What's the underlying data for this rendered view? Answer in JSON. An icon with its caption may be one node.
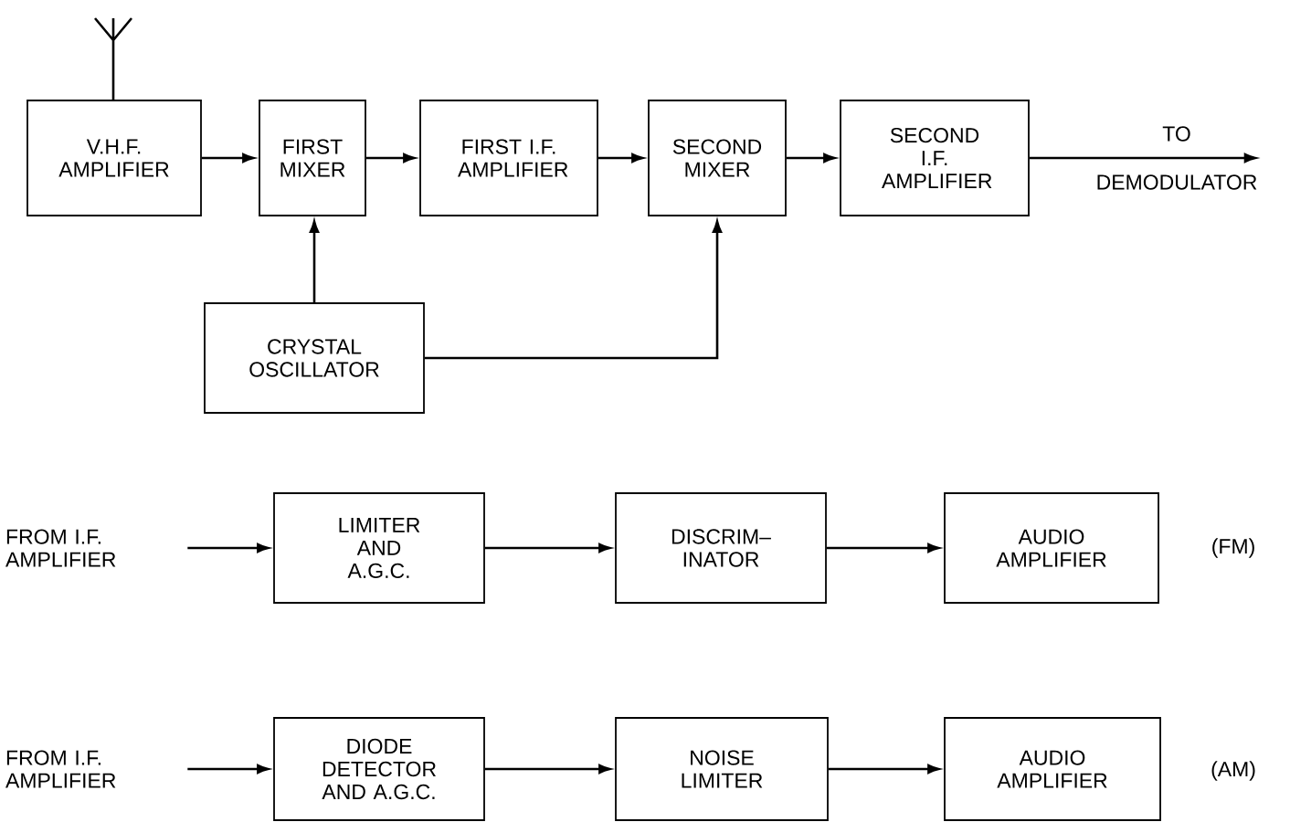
{
  "diagram": {
    "nodes": [
      {
        "text": [
          "V.H.F. AMPLIFIER"
        ]
      },
      {
        "text": [
          "FIRST MIXER"
        ]
      },
      {
        "text": [
          "FIRST I.F. AMPLIFIER"
        ]
      },
      {
        "text": [
          "SECOND MIXER"
        ]
      },
      {
        "text": [
          "SECOND I.F. AMPLIFIER"
        ]
      },
      {
        "text": [
          "TO",
          "DEMODULATOR"
        ]
      },
      {
        "text": [
          "CRYSTAL OSCILLATOR"
        ]
      },
      {
        "text": [
          "FROM I.F. AMPLIFIER"
        ]
      },
      {
        "text": [
          "LIMITER AND A.G.C."
        ]
      },
      {
        "text": [
          "DISCRIM– INATOR"
        ]
      },
      {
        "text": [
          "AUDIO AMPLIFIER"
        ]
      },
      {
        "text": [
          "FROM I.F. AMPLIFIER"
        ]
      },
      {
        "text": [
          "DIODE DETECTOR AND A.G.C."
        ]
      },
      {
        "text": [
          "NOISE LIMITER"
        ]
      },
      {
        "text": [
          "AUDIO AMPLIFIER"
        ]
      }
    ],
    "edges": [
      {
        "from": 0,
        "to": 1,
        "arrow": "to"
      },
      {
        "from": 1,
        "to": 2,
        "arrow": "to"
      },
      {
        "from": 2,
        "to": 3,
        "arrow": "to"
      },
      {
        "from": 3,
        "to": 4,
        "arrow": "to"
      },
      {
        "from": 4,
        "to": 5,
        "arrow": "to"
      },
      {
        "from": 6,
        "to": 1,
        "arrow": "to"
      },
      {
        "from": 6,
        "to": 3,
        "arrow": "to"
      },
      {
        "from": 7,
        "to": 8,
        "arrow": "to"
      },
      {
        "from": 8,
        "to": 9,
        "arrow": "to"
      },
      {
        "from": 9,
        "to": 10,
        "arrow": "to"
      },
      {
        "from": 11,
        "to": 12,
        "arrow": "to"
      },
      {
        "from": 12,
        "to": 13,
        "arrow": "to"
      },
      {
        "from": 13,
        "to": 14,
        "arrow": "to"
      }
    ],
    "labels": [
      "(FM)",
      "(AM)"
    ]
  }
}
